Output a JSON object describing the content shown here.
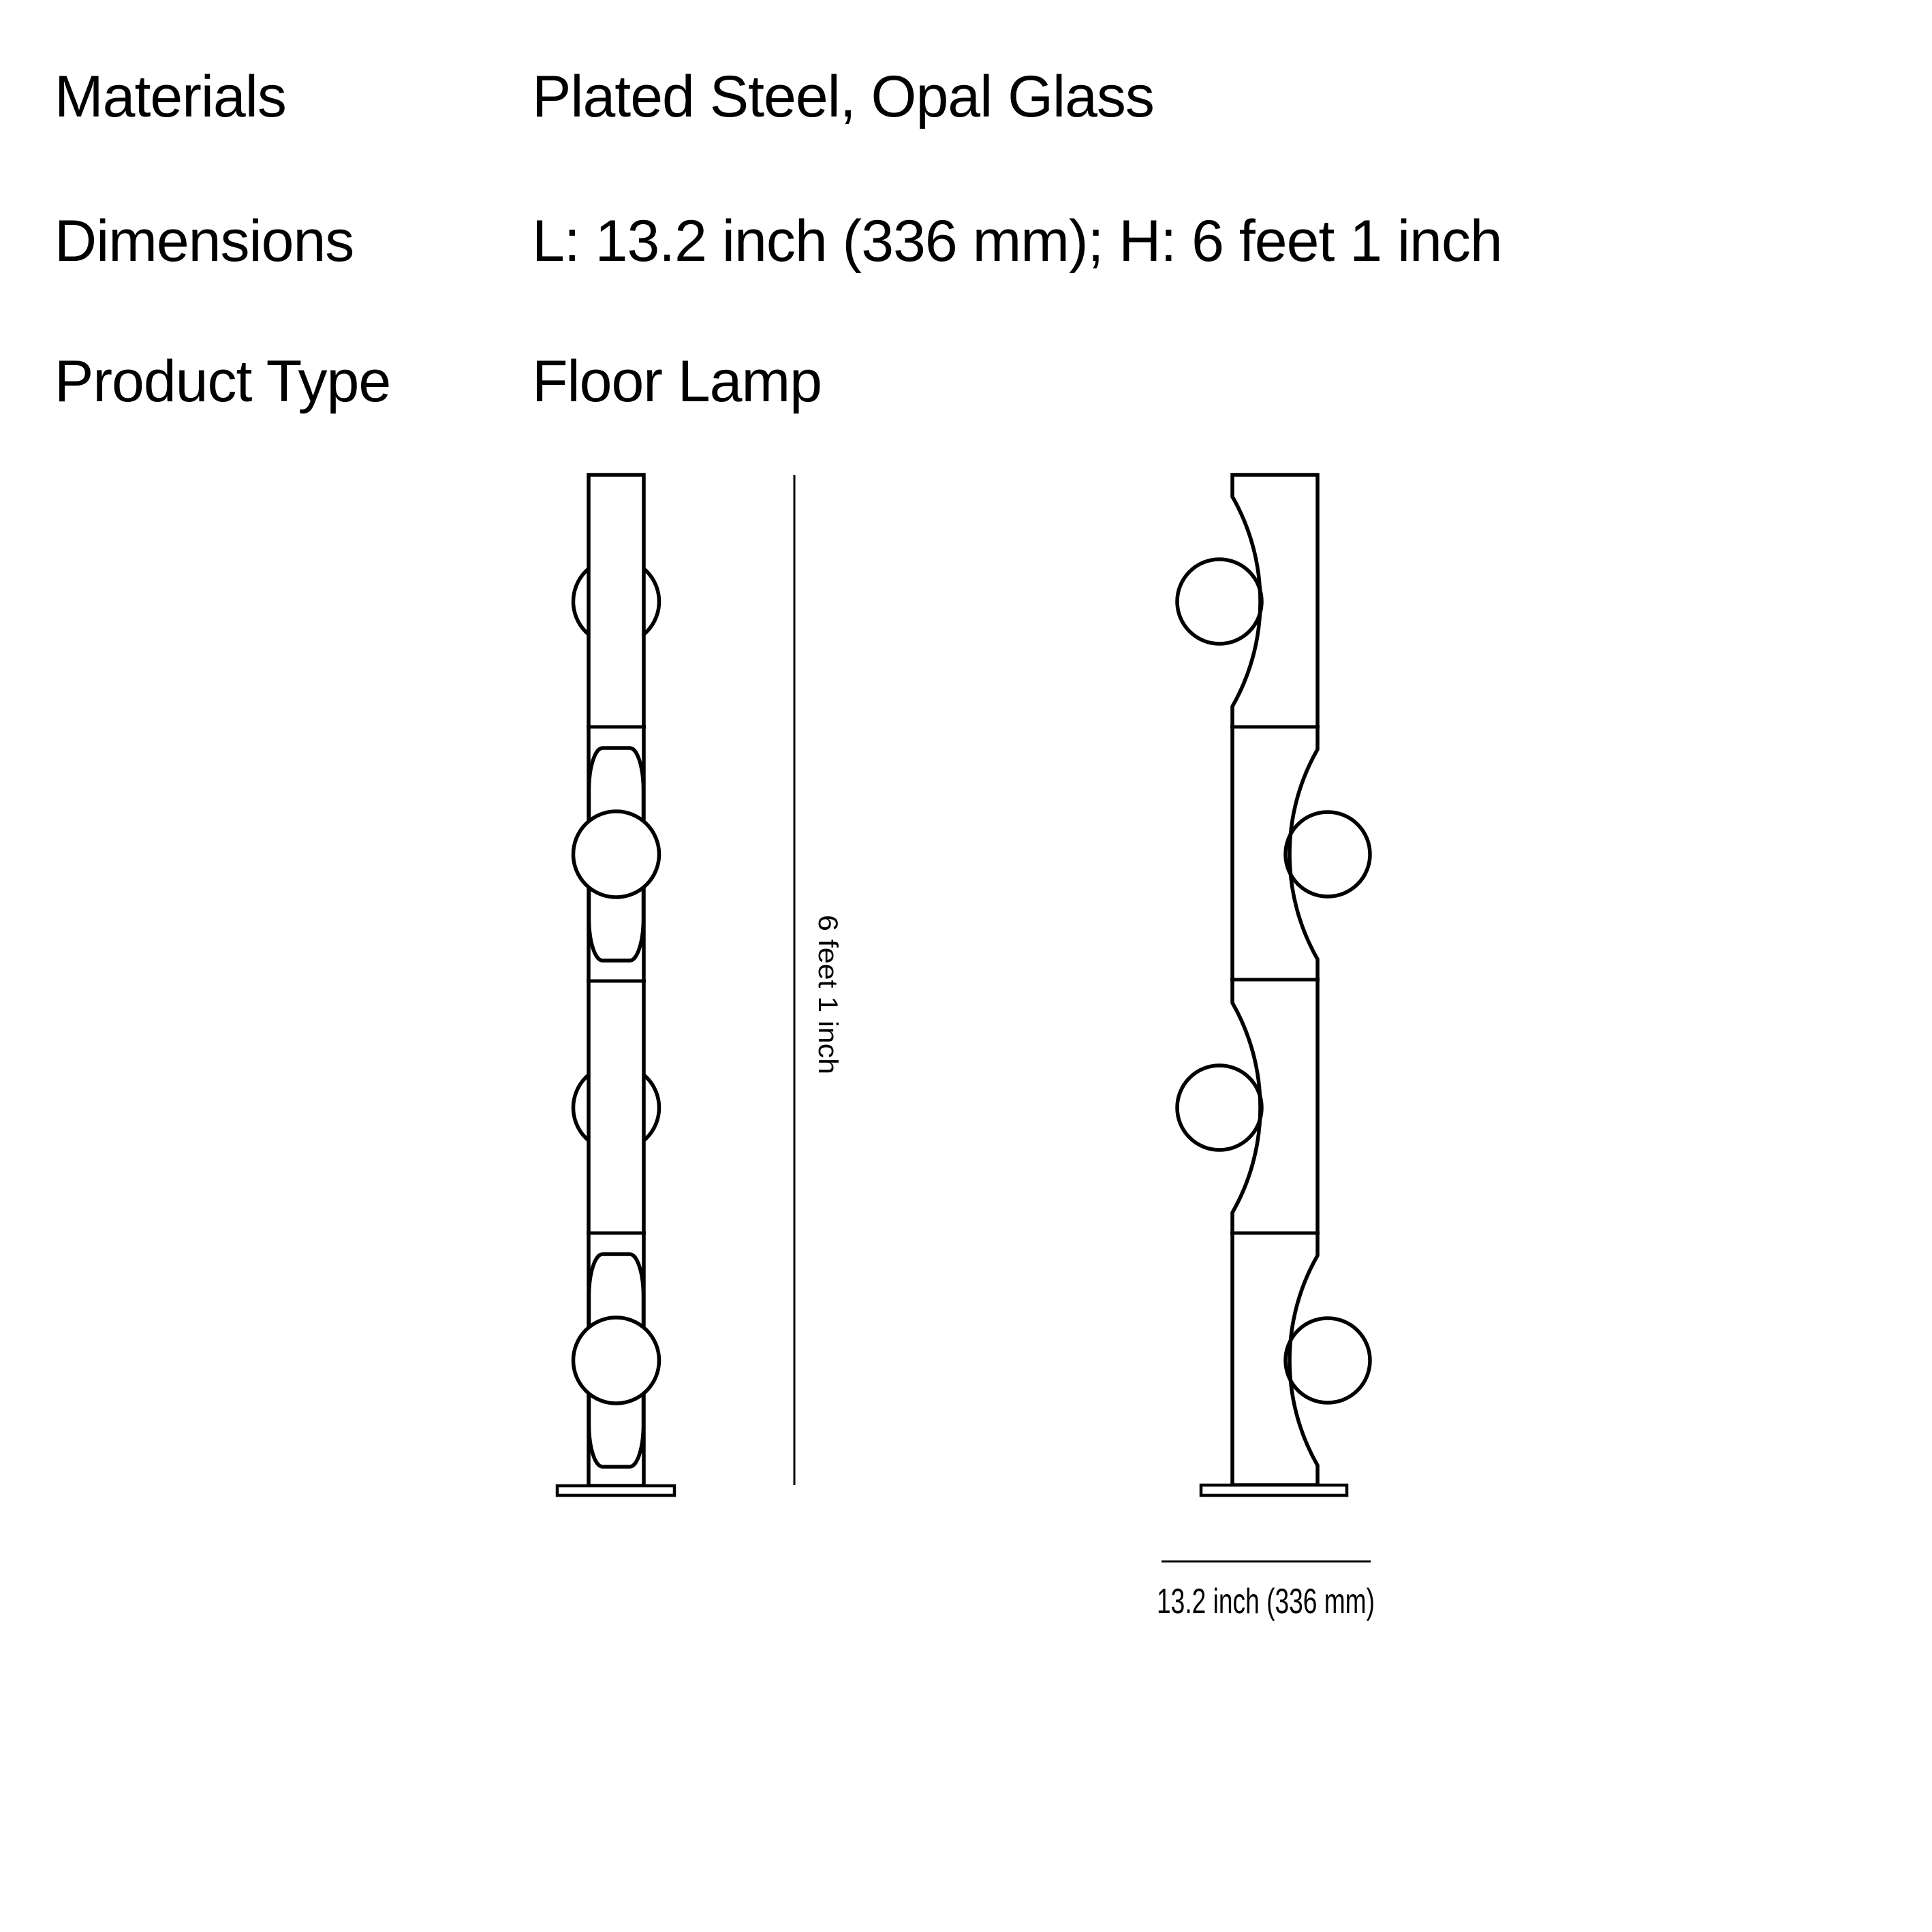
{
  "page": {
    "background_color": "#ffffff",
    "line_color": "#000000",
    "text_color": "#000000"
  },
  "specs": {
    "rows": [
      {
        "label": "Materials",
        "value": "Plated Steel, Opal Glass"
      },
      {
        "label": "Dimensions",
        "value": "L: 13.2 inch (336 mm); H: 6 feet 1 inch"
      },
      {
        "label": "Product Type",
        "value": "Floor Lamp"
      }
    ]
  },
  "drawing": {
    "height_dimension_label": "6 feet 1 inch",
    "width_dimension_label": "13.2 inch (336 mm)"
  }
}
